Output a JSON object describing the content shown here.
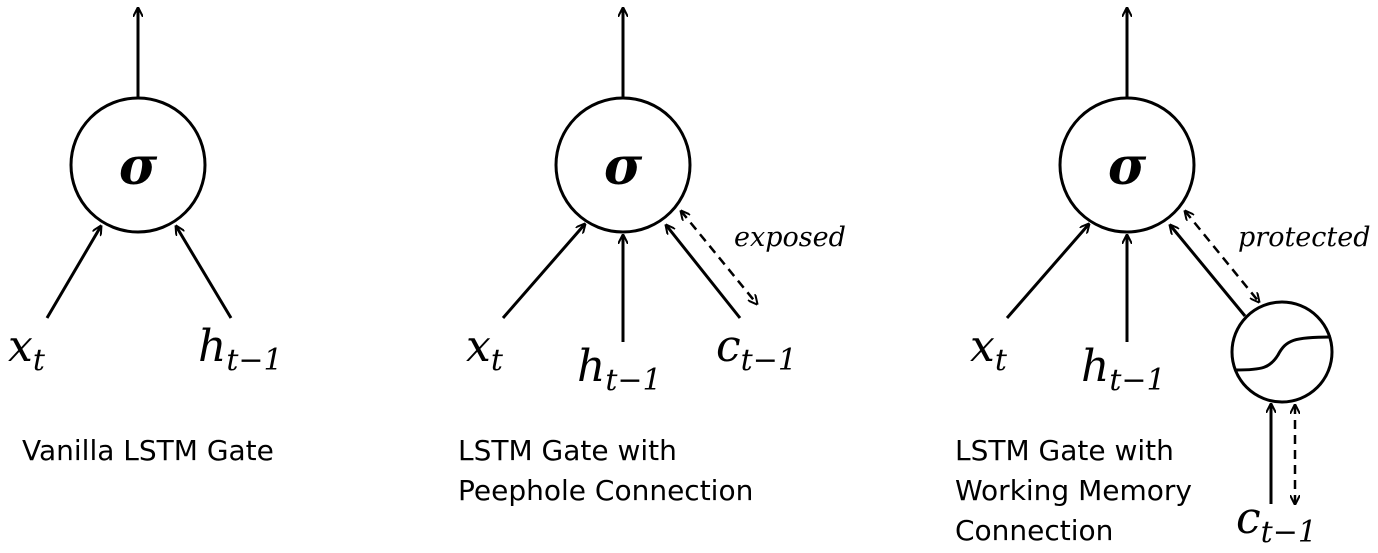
{
  "panels": [
    {
      "caption_lines": [
        "Vanilla LSTM Gate"
      ],
      "gate_symbol": "σ",
      "inputs": [
        {
          "base": "x",
          "sub": "t"
        },
        {
          "base": "h",
          "sub": "t−1"
        }
      ]
    },
    {
      "caption_lines": [
        "LSTM Gate with",
        "Peephole Connection"
      ],
      "gate_symbol": "σ",
      "inputs": [
        {
          "base": "x",
          "sub": "t"
        },
        {
          "base": "h",
          "sub": "t−1"
        },
        {
          "base": "c",
          "sub": "t−1"
        }
      ],
      "annotation": "exposed"
    },
    {
      "caption_lines": [
        "LSTM Gate with",
        "Working Memory",
        "Connection"
      ],
      "gate_symbol": "σ",
      "inputs": [
        {
          "base": "x",
          "sub": "t"
        },
        {
          "base": "h",
          "sub": "t−1"
        },
        {
          "base": "c",
          "sub": "t−1"
        }
      ],
      "annotation": "protected"
    }
  ]
}
